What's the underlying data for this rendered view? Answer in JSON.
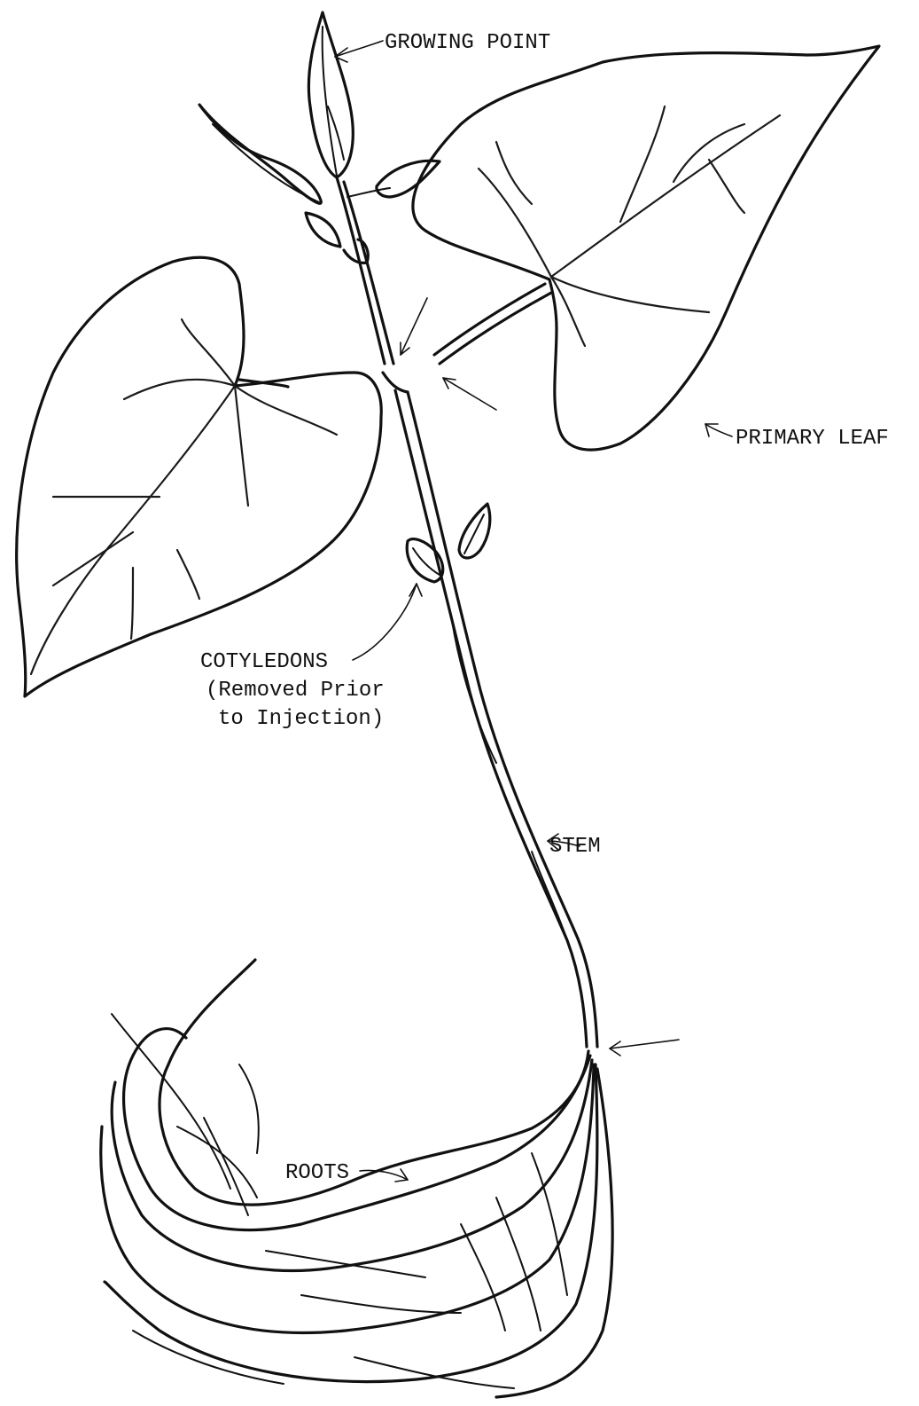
{
  "labels": {
    "growing_point": "GROWING POINT",
    "primary_leaf": "PRIMARY LEAF",
    "cotyledons": "COTYLEDONS",
    "cotyledons_note_line1": "(Removed Prior",
    "cotyledons_note_line2": "to Injection)",
    "stem": "STEM",
    "roots": "ROOTS"
  },
  "colors": {
    "ink": "#111111",
    "paper": "#ffffff"
  }
}
